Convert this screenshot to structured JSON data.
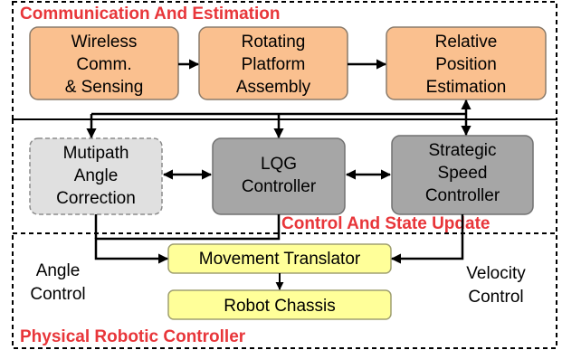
{
  "sections": {
    "communication": "Communication And Estimation",
    "control": "Control And State Update",
    "physical": "Physical Robotic Controller"
  },
  "boxes": {
    "wireless": [
      "Wireless",
      "Comm.",
      "& Sensing"
    ],
    "rotating": [
      "Rotating",
      "Platform",
      "Assembly"
    ],
    "relative": [
      "Relative",
      "Position",
      "Estimation"
    ],
    "multipath": [
      "Mutipath",
      "Angle",
      "Correction"
    ],
    "lqg": [
      "LQG",
      "Controller"
    ],
    "strategic": [
      "Strategic",
      "Speed",
      "Controller"
    ],
    "movement": [
      "Movement Translator"
    ],
    "chassis": [
      "Robot Chassis"
    ]
  },
  "side_labels": {
    "angle": [
      "Angle",
      "Control"
    ],
    "velocity": [
      "Velocity",
      "Control"
    ]
  },
  "colors": {
    "orange": "#fac08f",
    "light_gray": "#e0e0e0",
    "dark_gray": "#a6a6a6",
    "yellow": "#ffff99",
    "red": "#e8363a"
  }
}
